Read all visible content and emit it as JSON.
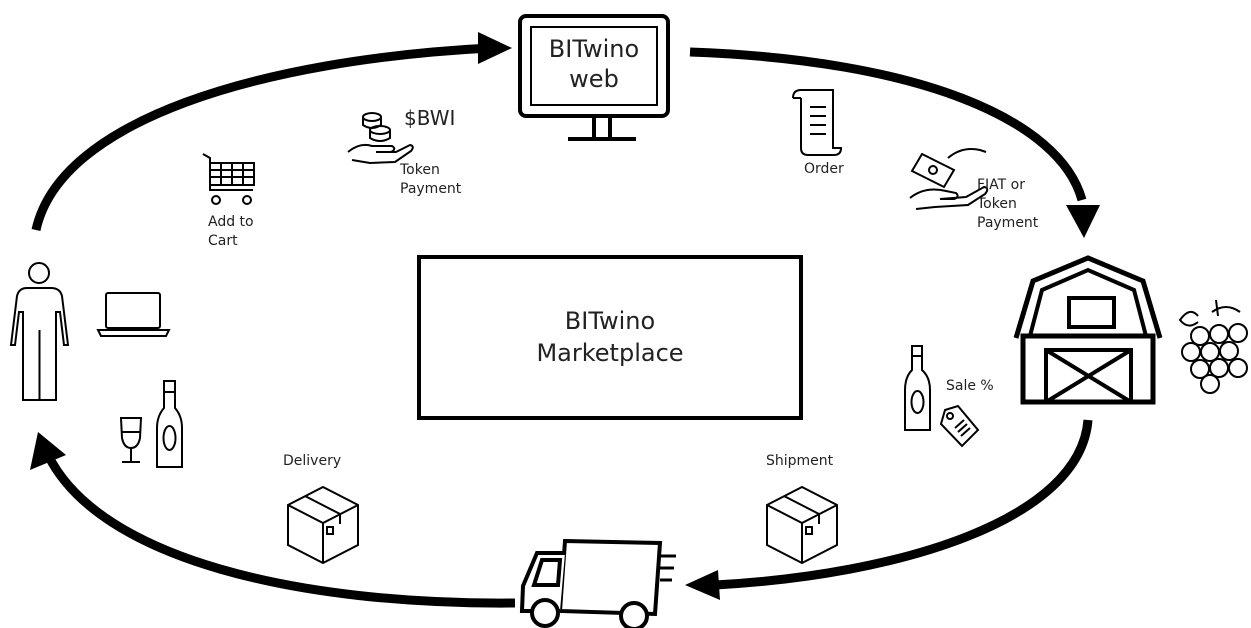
{
  "web_box": {
    "line1": "BITwino",
    "line2": "web"
  },
  "center_box": {
    "line1": "BITwino",
    "line2": "Marketplace"
  },
  "labels": {
    "token": "$BWI",
    "token_payment": [
      "Token",
      "Payment"
    ],
    "add_to_cart": [
      "Add to",
      "Cart"
    ],
    "order": "Order",
    "fiat_payment": [
      "FIAT or",
      "Token",
      "Payment"
    ],
    "sale": "Sale %",
    "shipment": "Shipment",
    "delivery": "Delivery"
  },
  "icons": {
    "customer": "person-icon",
    "laptop": "laptop-icon",
    "cart": "shopping-cart-icon",
    "coins": "coins-hand-icon",
    "monitor": "monitor-icon",
    "receipt": "receipt-icon",
    "cash": "cash-hand-icon",
    "barn": "barn-icon",
    "grapes": "grapes-icon",
    "bottle_tag": "bottle-price-tag-icon",
    "wine": "wine-glass-bottle-icon",
    "box_ship": "box-icon",
    "box_deliv": "box-icon",
    "truck": "delivery-truck-icon"
  },
  "colors": {
    "stroke": "#000000",
    "background": "#ffffff"
  }
}
